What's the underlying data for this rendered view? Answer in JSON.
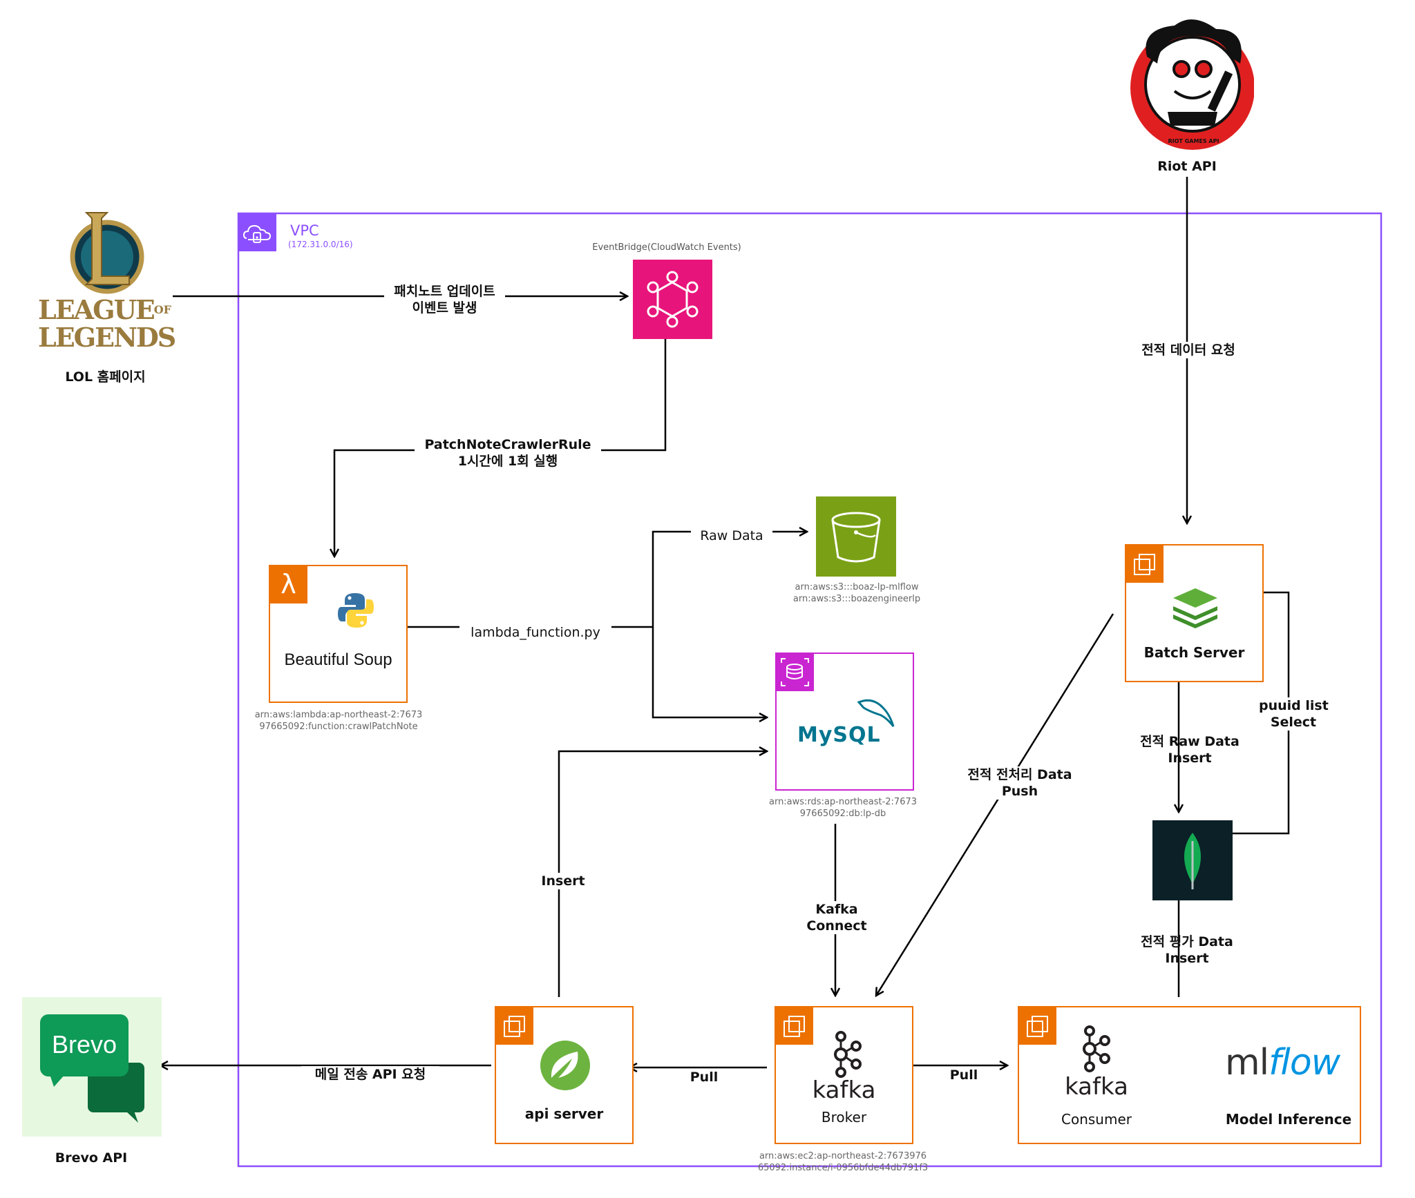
{
  "vpc": {
    "title": "VPC",
    "cidr": "(172.31.0.0/16)",
    "color": "#8C4FFF"
  },
  "lol": {
    "logo_line1": "LEAGUE",
    "logo_of": "OF",
    "logo_line2": "LEGENDS",
    "caption": "LOL 홈페이지"
  },
  "riot": {
    "caption": "Riot API",
    "badge_text": "RIOT GAMES API"
  },
  "brevo": {
    "logo": "Brevo",
    "caption": "Brevo API"
  },
  "eventbridge": {
    "caption": "EventBridge(CloudWatch Events)",
    "color": "#E7157B"
  },
  "lambda": {
    "library": "Beautiful Soup",
    "arn": "arn:aws:lambda:ap-northeast-2:7673\n97665092:function:crawlPatchNote",
    "icon": "lambda-icon",
    "color": "#ED7100"
  },
  "s3": {
    "arn": "arn:aws:s3:::boaz-lp-mlflow\narn:aws:s3:::boazengineerlp",
    "color": "#7AA116"
  },
  "rds": {
    "db": "MySQL",
    "arn": "arn:aws:rds:ap-northeast-2:7673\n97665092:db:lp-db",
    "color": "#C925D1"
  },
  "batch": {
    "title": "Batch Server"
  },
  "mongo": {
    "icon": "mongodb-leaf-icon",
    "color": "#0B2027"
  },
  "api_server": {
    "title": "api server",
    "icon": "spring-leaf-icon"
  },
  "broker": {
    "logo": "kafka",
    "title": "Broker",
    "arn": "arn:aws:ec2:ap-northeast-2:7673976\n65092:instance/i-0956bfde44db791f3"
  },
  "consumer": {
    "logo": "kafka",
    "title": "Consumer"
  },
  "model": {
    "logo_ml": "ml",
    "logo_flow": "flow",
    "title": "Model Inference"
  },
  "edges": {
    "patch_event": "패치노트 업데이트\n이벤트 발생",
    "crawler_rule": "PatchNoteCrawlerRule\n1시간에 1회 실행",
    "raw_data": "Raw Data",
    "lambda_fn": "lambda_function.py",
    "riot_request": "전적 데이터 요청",
    "raw_insert": "전적 Raw Data\nInsert",
    "puuid": "puuid list\nSelect",
    "preproc_push": "전적 전처리 Data\nPush",
    "kafka_connect": "Kafka\nConnect",
    "insert": "Insert",
    "eval_insert": "전적 평가 Data\nInsert",
    "pull_left": "Pull",
    "pull_right": "Pull",
    "mail_request": "메일 전송 API 요청"
  },
  "colors": {
    "ec2_orange": "#ED7100",
    "arrow": "#000000",
    "spring_green": "#6DB33F",
    "kafka_black": "#231F20",
    "mlflow_blue": "#0194E2"
  }
}
